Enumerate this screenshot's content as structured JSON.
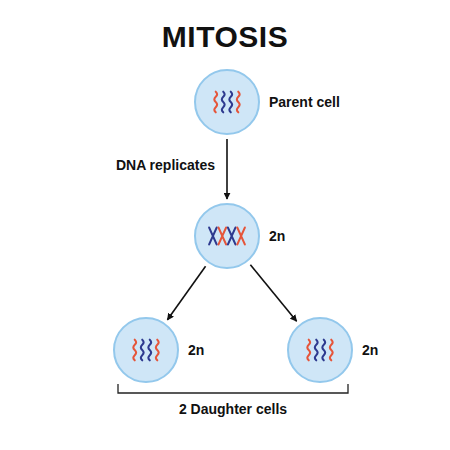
{
  "diagram": {
    "title": "MITOSIS",
    "nodes": [
      {
        "text": [
          "Parent cell"
        ]
      },
      {
        "text": [
          "2n"
        ]
      },
      {
        "text": [
          "2n"
        ]
      },
      {
        "text": [
          "2n"
        ]
      }
    ],
    "edges": [
      {
        "from": 0,
        "to": 1,
        "arrow": "to",
        "label": "DNA replicates"
      },
      {
        "from": 1,
        "to": 2,
        "arrow": "to"
      },
      {
        "from": 1,
        "to": 3,
        "arrow": "to"
      }
    ],
    "labels": [
      "2 Daughter cells"
    ]
  }
}
